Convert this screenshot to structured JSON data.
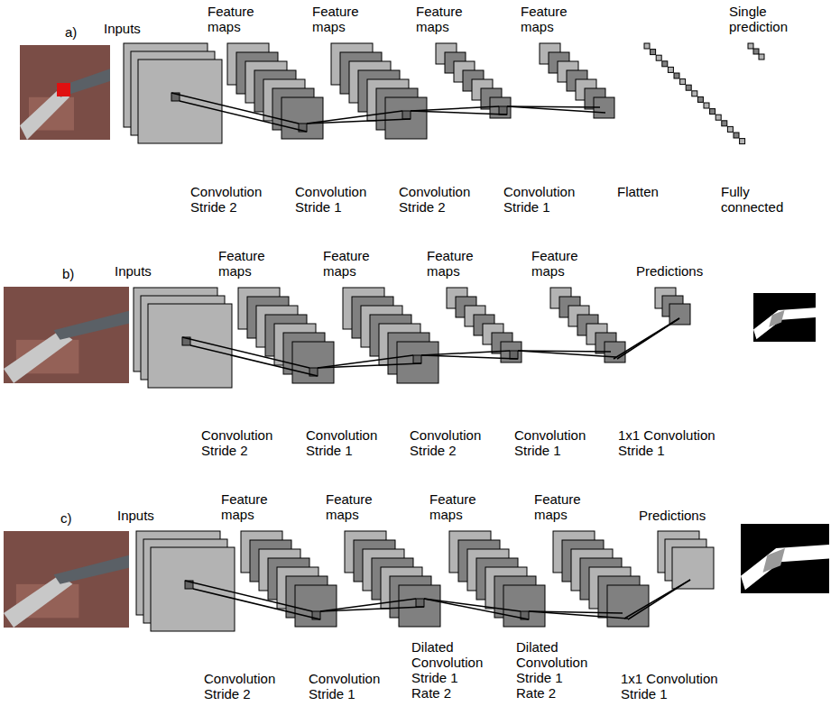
{
  "diagram": {
    "labels": [
      "a)",
      "Inputs",
      "Feature maps",
      "Feature maps",
      "Feature maps",
      "Feature maps",
      "Single prediction",
      "Convolution Stride 2",
      "Convolution Stride 1",
      "Convolution Stride 2",
      "Convolution Stride 1",
      "Flatten",
      "Fully connected",
      "b)",
      "Inputs",
      "Feature maps",
      "Feature maps",
      "Feature maps",
      "Feature maps",
      "Predictions",
      "Convolution Stride 2",
      "Convolution Stride 1",
      "Convolution Stride 2",
      "Convolution Stride 1",
      "1x1 Convolution Stride 1",
      "c)",
      "Inputs",
      "Feature maps",
      "Feature maps",
      "Feature maps",
      "Feature maps",
      "Predictions",
      "Convolution Stride 2",
      "Convolution Stride 1",
      "Dilated Convolution Stride 1 Rate 2",
      "Dilated Convolution Stride 1 Rate 2",
      "1x1 Convolution Stride 1"
    ]
  }
}
